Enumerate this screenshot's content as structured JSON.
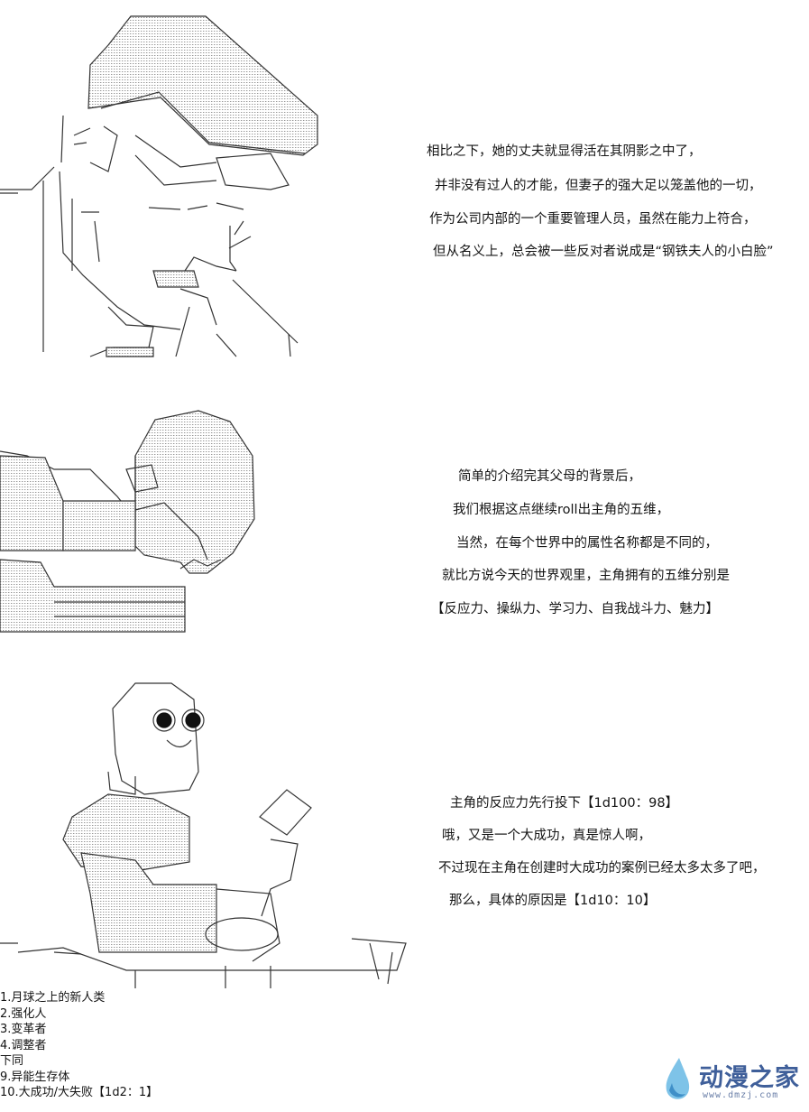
{
  "panel1": {
    "lines": [
      "相比之下，她的丈夫就显得活在其阴影之中了，",
      "并非没有过人的才能，但妻子的强大足以笼盖他的一切，",
      "作为公司内部的一个重要管理人员，虽然在能力上符合，",
      "但从名义上，总会被一些反对者说成是“钢铁夫人的小白脸”"
    ]
  },
  "panel2": {
    "lines": [
      "简单的介绍完其父母的背景后，",
      "我们根据这点继续roll出主角的五维，",
      "当然，在每个世界中的属性名称都是不同的，",
      "就比方说今天的世界观里，主角拥有的五维分别是",
      "【反应力、操纵力、学习力、自我战斗力、魅力】"
    ]
  },
  "panel3": {
    "lines": [
      "主角的反应力先行投下【1d100：98】",
      "哦，又是一个大成功，真是惊人啊，",
      "不过现在主角在创建时大成功的案例已经太多太多了吧，",
      "那么，具体的原因是【1d10：10】"
    ]
  },
  "option_list": [
    "1.月球之上的新人类",
    "2.强化人",
    "3.变革者",
    "4.调整者",
    "下同",
    "9.异能生存体",
    "10.大成功/大失败【1d2：1】"
  ],
  "watermark": {
    "name": "动漫之家",
    "url": "www.dmzj.com",
    "icon": "water-drop-icon",
    "brand_color": "#3f5f9a"
  }
}
